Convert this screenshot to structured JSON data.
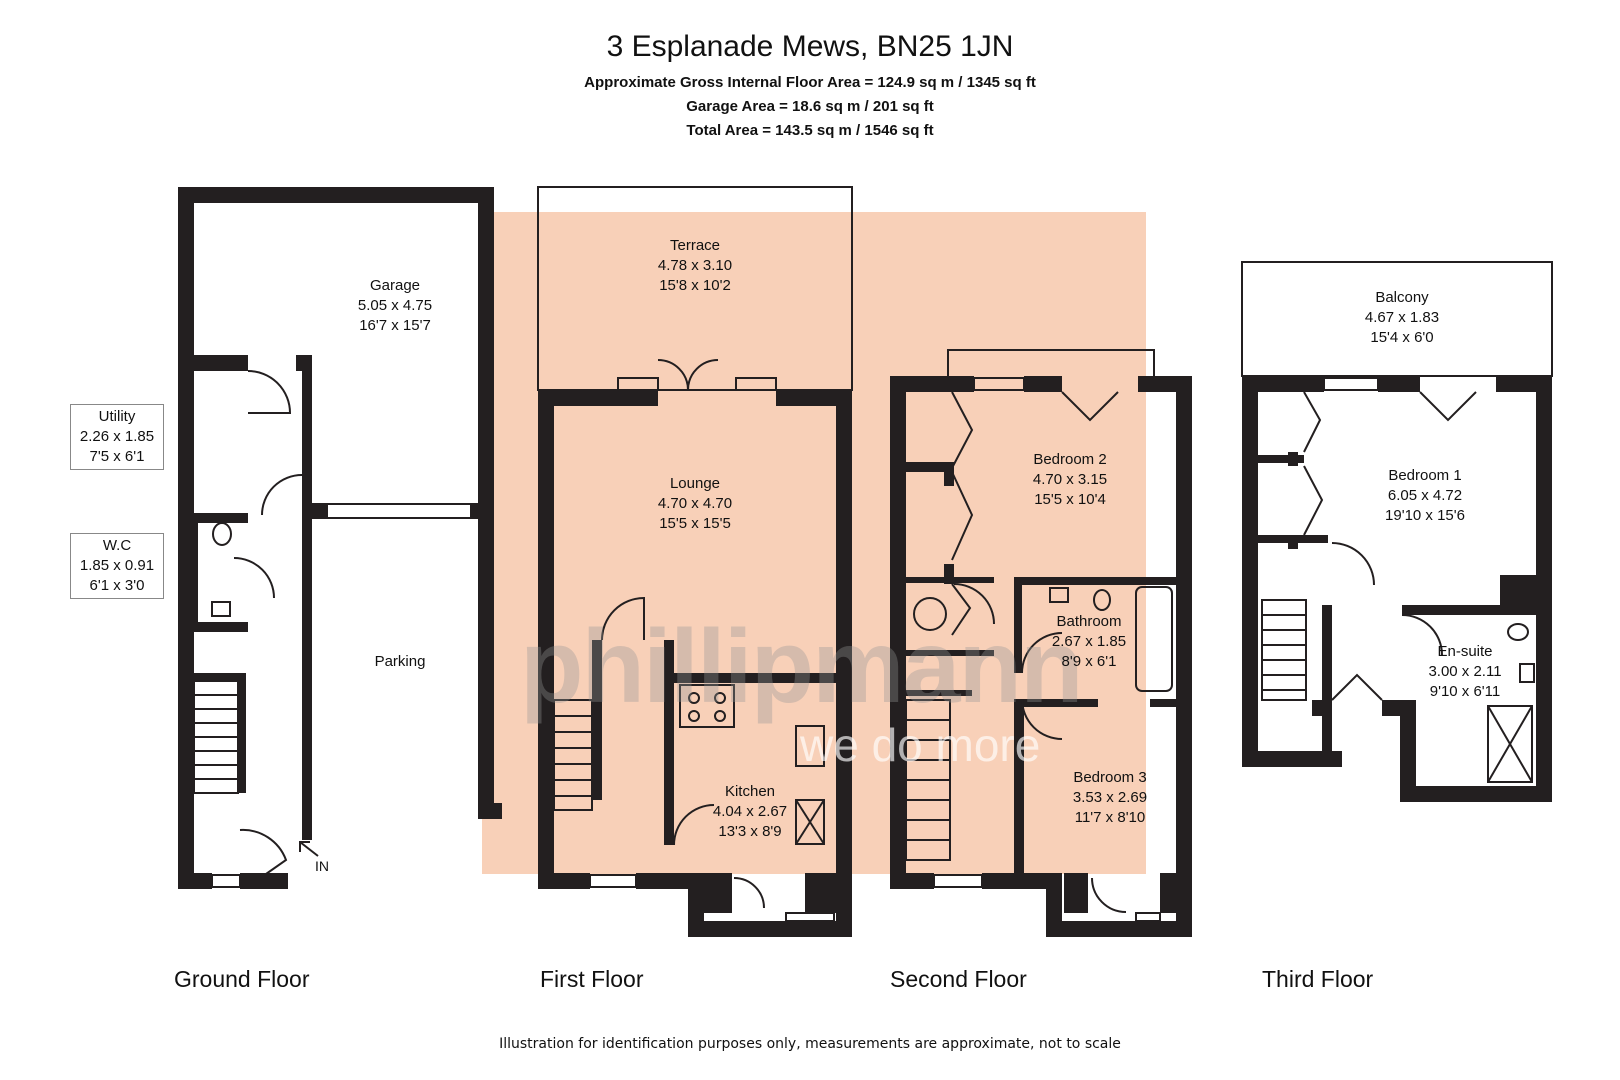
{
  "header": {
    "address": "3 Esplanade Mews, BN25 1JN",
    "gross_internal": "Approximate Gross Internal Floor Area = 124.9 sq m / 1345 sq ft",
    "garage_area": "Garage Area = 18.6 sq m / 201 sq ft",
    "total_area": "Total Area = 143.5 sq m / 1546 sq ft"
  },
  "floors": {
    "ground": "Ground Floor",
    "first": "First Floor",
    "second": "Second Floor",
    "third": "Third Floor"
  },
  "rooms": {
    "garage": {
      "name": "Garage",
      "metric": "5.05 x 4.75",
      "imperial": "16'7 x 15'7"
    },
    "utility": {
      "name": "Utility",
      "metric": "2.26 x 1.85",
      "imperial": "7'5 x 6'1"
    },
    "wc": {
      "name": "W.C",
      "metric": "1.85 x 0.91",
      "imperial": "6'1 x 3'0"
    },
    "parking": {
      "name": "Parking"
    },
    "terrace": {
      "name": "Terrace",
      "metric": "4.78 x 3.10",
      "imperial": "15'8 x 10'2"
    },
    "lounge": {
      "name": "Lounge",
      "metric": "4.70 x 4.70",
      "imperial": "15'5 x 15'5"
    },
    "kitchen": {
      "name": "Kitchen",
      "metric": "4.04 x 2.67",
      "imperial": "13'3 x 8'9"
    },
    "bedroom2": {
      "name": "Bedroom 2",
      "metric": "4.70 x 3.15",
      "imperial": "15'5 x 10'4"
    },
    "bathroom": {
      "name": "Bathroom",
      "metric": "2.67 x 1.85",
      "imperial": "8'9 x 6'1"
    },
    "bedroom3": {
      "name": "Bedroom 3",
      "metric": "3.53 x 2.69",
      "imperial": "11'7 x 8'10"
    },
    "balcony": {
      "name": "Balcony",
      "metric": "4.67 x 1.83",
      "imperial": "15'4 x 6'0"
    },
    "bedroom1": {
      "name": "Bedroom 1",
      "metric": "6.05 x 4.72",
      "imperial": "19'10 x 15'6"
    },
    "ensuite": {
      "name": "En-suite",
      "metric": "3.00 x 2.11",
      "imperial": "9'10 x 6'11"
    }
  },
  "entrance_label": "IN",
  "watermark": {
    "brand": "phillipmann",
    "tagline": "we do more"
  },
  "disclaimer": "Illustration for identification purposes only, measurements are approximate, not to scale",
  "colors": {
    "wall": "#231f20",
    "highlight": "#f8d0b8"
  }
}
